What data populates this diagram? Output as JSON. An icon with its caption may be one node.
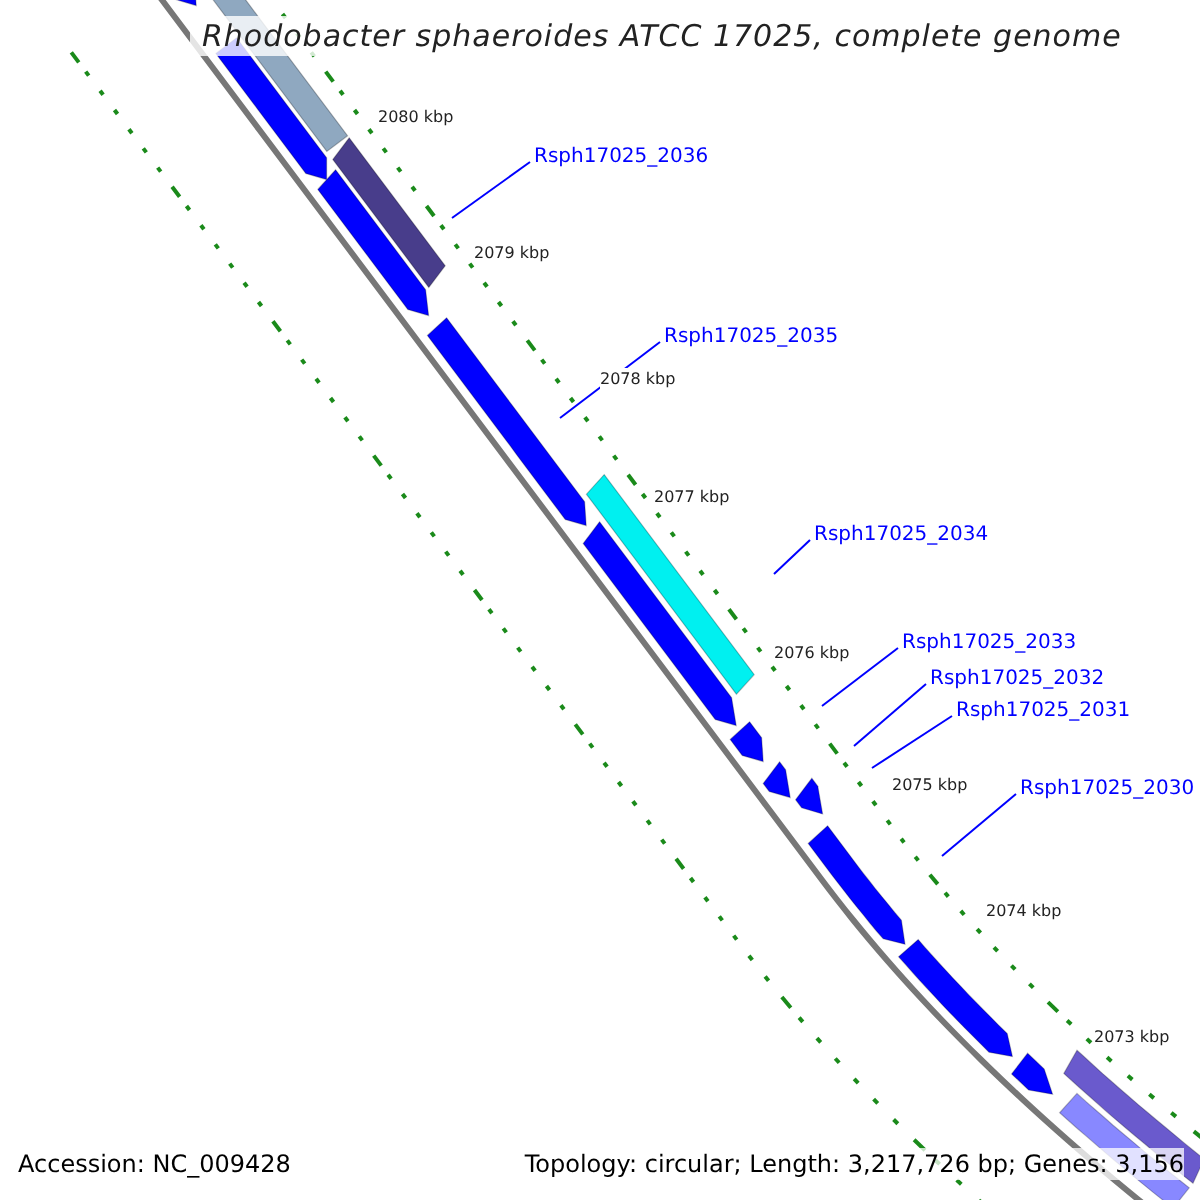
{
  "diagram": {
    "title": "Rhodobacter sphaeroides ATCC 17025, complete genome",
    "nodes": [
      {
        "text": [
          "Rsph17025_2036"
        ]
      },
      {
        "text": [
          "Rsph17025_2035"
        ]
      },
      {
        "text": [
          "Rsph17025_2034"
        ]
      },
      {
        "text": [
          "Rsph17025_2033"
        ]
      },
      {
        "text": [
          "Rsph17025_2032"
        ]
      },
      {
        "text": [
          "Rsph17025_2031"
        ]
      },
      {
        "text": [
          "Rsph17025_2030"
        ]
      }
    ],
    "edges": [
      {
        "from": 0,
        "to": null,
        "arrow": "none"
      },
      {
        "from": 1,
        "to": null,
        "arrow": "none"
      },
      {
        "from": 2,
        "to": null,
        "arrow": "none"
      },
      {
        "from": 3,
        "to": null,
        "arrow": "none"
      },
      {
        "from": 4,
        "to": null,
        "arrow": "none"
      },
      {
        "from": 5,
        "to": null,
        "arrow": "none"
      },
      {
        "from": 6,
        "to": null,
        "arrow": "none"
      }
    ],
    "labels": [
      "2080 kbp",
      "2079 kbp",
      "2078 kbp",
      "2077 kbp",
      "2076 kbp",
      "2075 kbp",
      "2074 kbp",
      "2073 kbp",
      "Accession: NC_009428",
      "Topology: circular; Length: 3,217,726 bp; Genes: 3,156"
    ]
  }
}
